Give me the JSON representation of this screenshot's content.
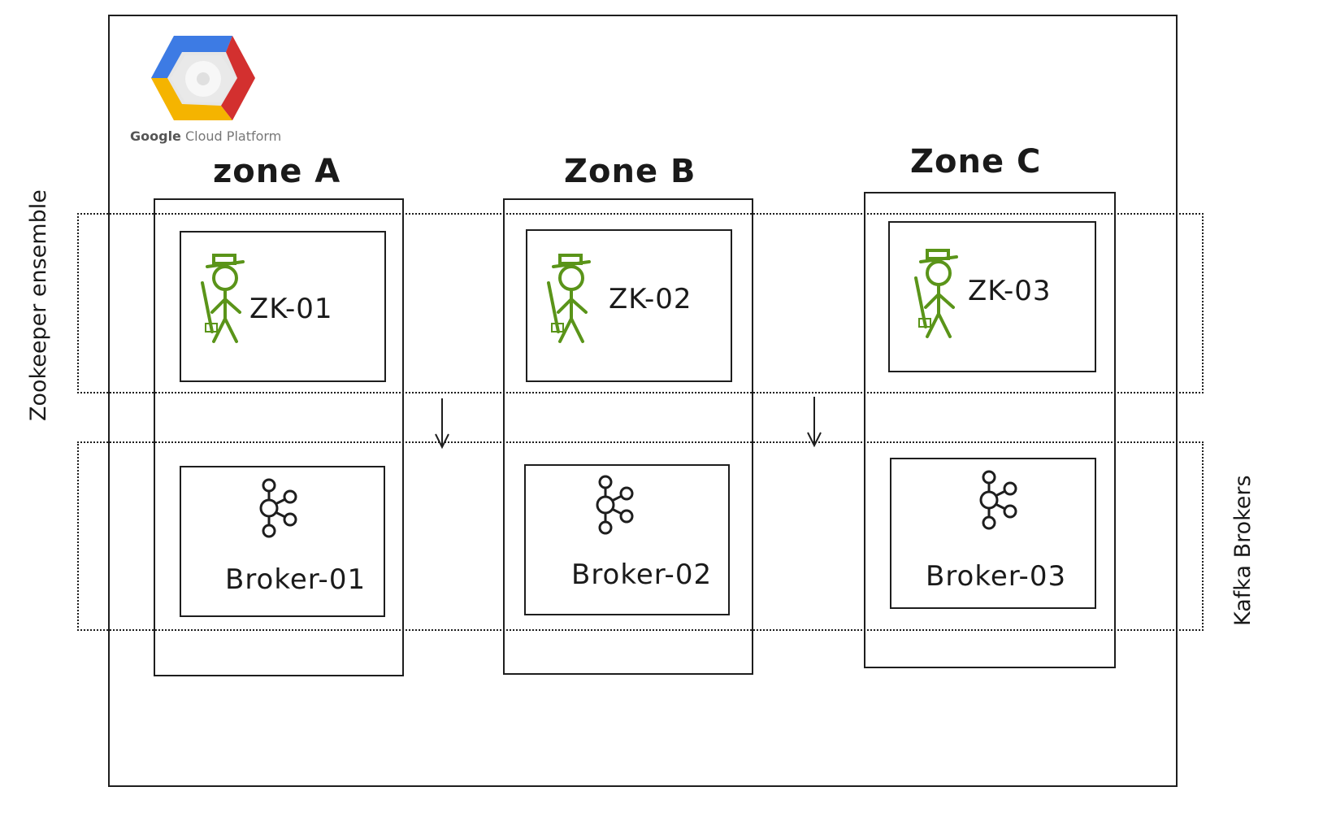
{
  "branding": {
    "logo_word1": "Google",
    "logo_word2": "Cloud Platform",
    "colors": {
      "blue": "#3d7be4",
      "red": "#d3302f",
      "yellow": "#f5b400",
      "grey": "#e0e0e0"
    }
  },
  "bands": {
    "zookeeper_label": "Zookeeper ensemble",
    "kafka_label": "Kafka Brokers"
  },
  "zones": [
    {
      "title": "zone A",
      "zk": "ZK-01",
      "broker": "Broker-01"
    },
    {
      "title": "Zone B",
      "zk": "ZK-02",
      "broker": "Broker-02"
    },
    {
      "title": "Zone C",
      "zk": "ZK-03",
      "broker": "Broker-03"
    }
  ],
  "icons": {
    "zookeeper": "zookeeper-keeper-icon",
    "kafka": "kafka-icon"
  },
  "styles": {
    "stroke": "#1e1e1e",
    "zookeeper_green": "#5a9419"
  }
}
